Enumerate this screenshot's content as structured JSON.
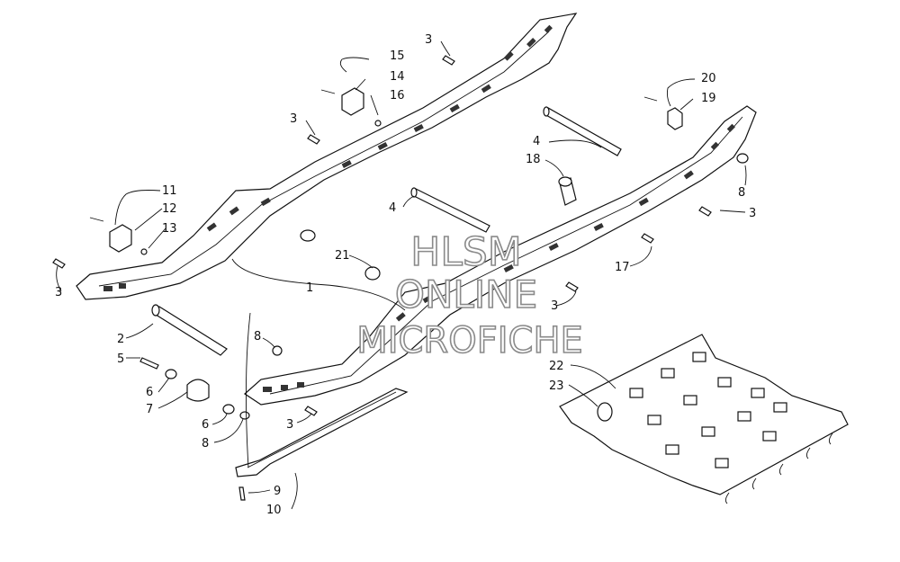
{
  "watermark": {
    "line1": "HLSM",
    "line2": "ONLINE",
    "line3": "MICROFICHE"
  },
  "callouts": [
    {
      "id": "c3a",
      "label": "3"
    },
    {
      "id": "c15",
      "label": "15"
    },
    {
      "id": "c14",
      "label": "14"
    },
    {
      "id": "c16",
      "label": "16"
    },
    {
      "id": "c3b",
      "label": "3"
    },
    {
      "id": "c20",
      "label": "20"
    },
    {
      "id": "c19",
      "label": "19"
    },
    {
      "id": "c4a",
      "label": "4"
    },
    {
      "id": "c18",
      "label": "18"
    },
    {
      "id": "c8a",
      "label": "8"
    },
    {
      "id": "c3c",
      "label": "3"
    },
    {
      "id": "c11",
      "label": "11"
    },
    {
      "id": "c12",
      "label": "12"
    },
    {
      "id": "c13",
      "label": "13"
    },
    {
      "id": "c4b",
      "label": "4"
    },
    {
      "id": "c17",
      "label": "17"
    },
    {
      "id": "c21",
      "label": "21"
    },
    {
      "id": "c3d",
      "label": "3"
    },
    {
      "id": "c1",
      "label": "1"
    },
    {
      "id": "c3e",
      "label": "3"
    },
    {
      "id": "c2",
      "label": "2"
    },
    {
      "id": "c8b",
      "label": "8"
    },
    {
      "id": "c5",
      "label": "5"
    },
    {
      "id": "c22",
      "label": "22"
    },
    {
      "id": "c23",
      "label": "23"
    },
    {
      "id": "c6a",
      "label": "6"
    },
    {
      "id": "c7",
      "label": "7"
    },
    {
      "id": "c6b",
      "label": "6"
    },
    {
      "id": "c8c",
      "label": "8"
    },
    {
      "id": "c3f",
      "label": "3"
    },
    {
      "id": "c9",
      "label": "9"
    },
    {
      "id": "c10",
      "label": "10"
    }
  ]
}
